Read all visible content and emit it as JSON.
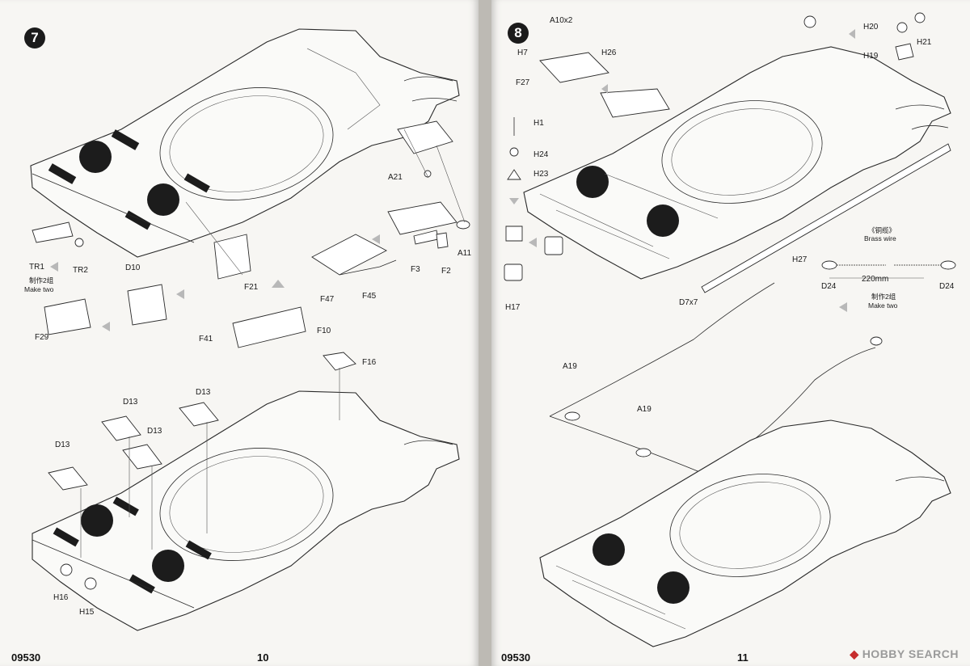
{
  "left_page": {
    "step": "7",
    "code": "09530",
    "page_number": "10",
    "labels": {
      "a21": "A21",
      "a11": "A11",
      "f3": "F3",
      "f2": "F2",
      "f47": "F47",
      "f45": "F45",
      "tr1": "TR1",
      "tr2": "TR2",
      "make_two_cn": "制作2组",
      "make_two": "Make two",
      "d10": "D10",
      "f21": "F21",
      "f29": "F29",
      "f41": "F41",
      "f10": "F10",
      "f16": "F16",
      "d13_a": "D13",
      "d13_b": "D13",
      "d13_c": "D13",
      "d13_d": "D13",
      "h16": "H16",
      "h15": "H15"
    }
  },
  "right_page": {
    "step": "8",
    "code": "09530",
    "page_number": "11",
    "labels": {
      "a10x2": "A10x2",
      "h7": "H7",
      "h26": "H26",
      "f27": "F27",
      "h20": "H20",
      "h21": "H21",
      "h19": "H19",
      "h1": "H1",
      "h24": "H24",
      "h23": "H23",
      "h17": "H17",
      "h27": "H27",
      "brass_cn": "《铜缆》",
      "brass": "Brass wire",
      "d24_a": "D24",
      "d24_b": "D24",
      "length": "220mm",
      "make_two_cn": "制作2组",
      "make_two": "Make two",
      "d7x7": "D7x7",
      "a19_a": "A19",
      "a19_b": "A19"
    }
  },
  "watermark": "HOBBY SEARCH"
}
